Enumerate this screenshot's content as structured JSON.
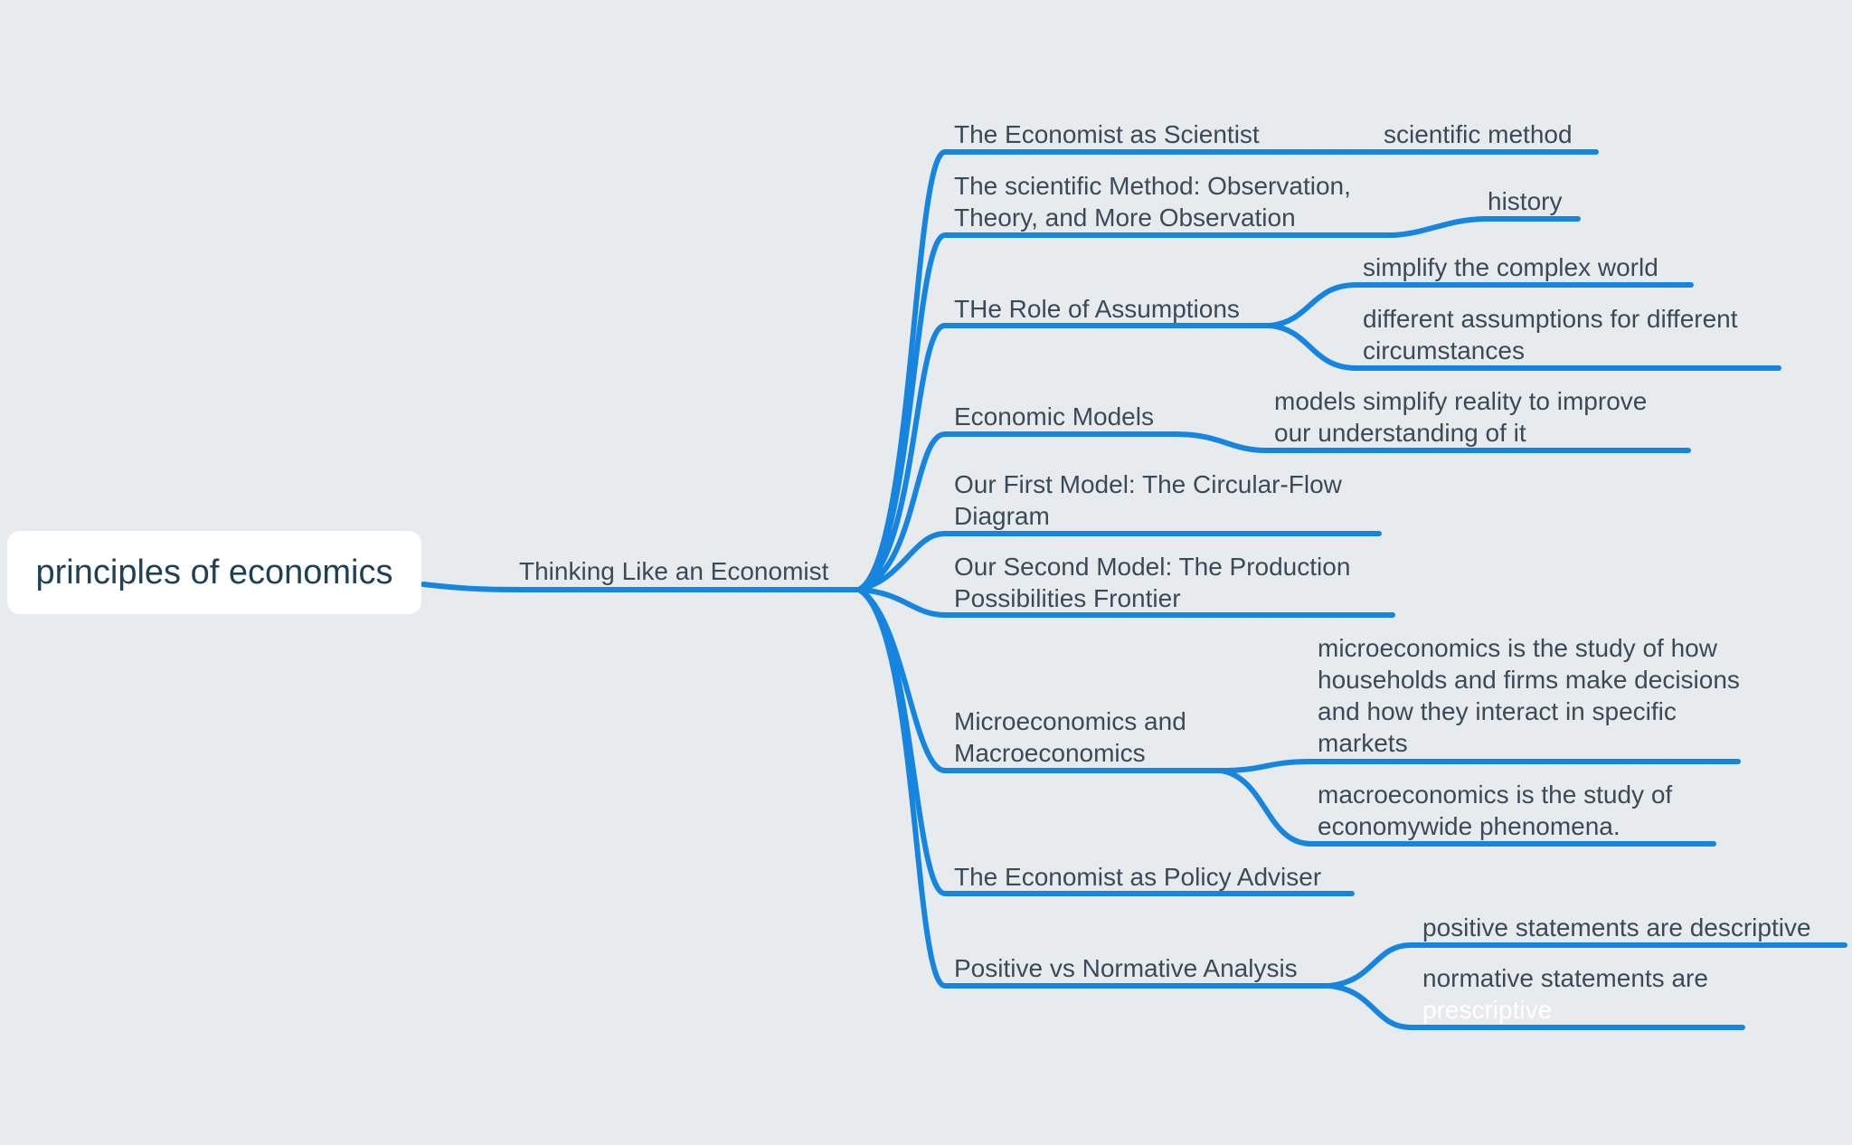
{
  "root": {
    "label": "principles of economics"
  },
  "main": {
    "label": "Thinking Like an Economist"
  },
  "topics": [
    {
      "label": "The Economist as Scientist",
      "children": [
        "scientific method"
      ]
    },
    {
      "label": "The scientific Method: Observation, Theory, and More Observation",
      "children": [
        "history"
      ]
    },
    {
      "label": "THe Role of Assumptions",
      "children": [
        "simplify the complex world",
        "different assumptions for different circumstances"
      ]
    },
    {
      "label": "Economic Models",
      "children": [
        "models simplify reality to improve our understanding of it"
      ]
    },
    {
      "label": "Our First Model: The Circular-Flow Diagram",
      "children": []
    },
    {
      "label": "Our Second Model: The Production Possibilities Frontier",
      "children": []
    },
    {
      "label": "Microeconomics and Macroeconomics",
      "children": [
        "microeconomics is the study of how households and firms make decisions and how they interact in specific markets",
        "macroeconomics is the study of economywide phenomena."
      ]
    },
    {
      "label": "The Economist as Policy Adviser",
      "children": []
    },
    {
      "label": "Positive vs Normative Analysis",
      "children": [
        "positive statements are descriptive",
        "normative statements are prescriptive"
      ]
    }
  ],
  "colors": {
    "background": "#e8ebee",
    "branch": "#1585df",
    "text": "#3b4a59",
    "root_text": "#1d4157",
    "root_fill": "#ffffff"
  }
}
